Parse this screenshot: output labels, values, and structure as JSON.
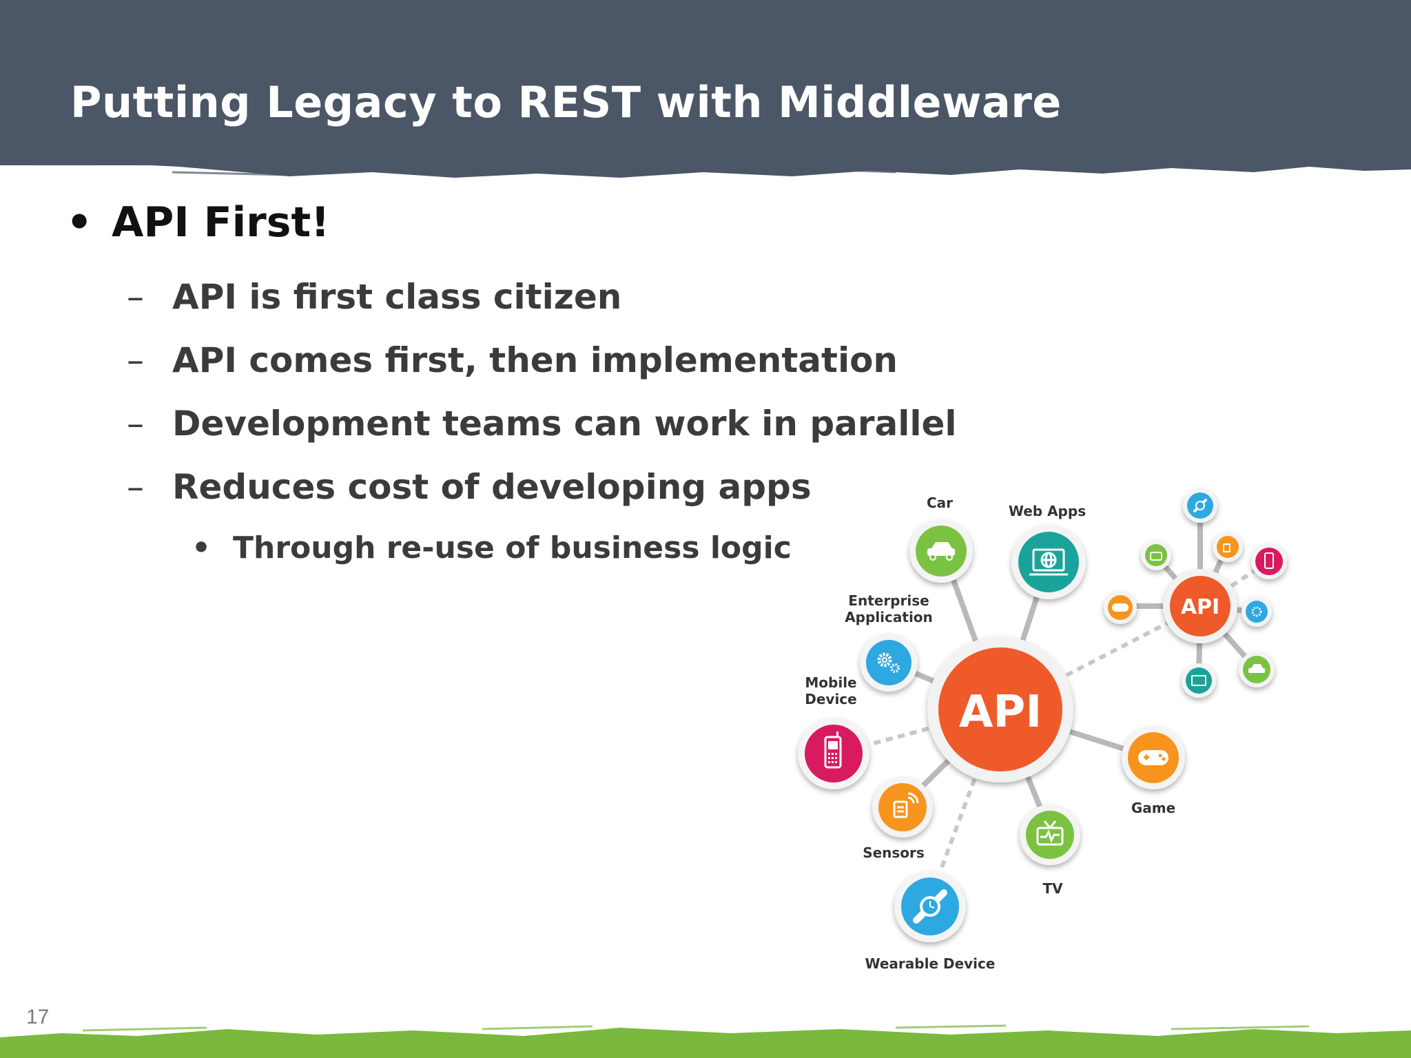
{
  "slide": {
    "title": "Putting Legacy to REST with Middleware",
    "page_number": "17",
    "colors": {
      "header": "#4b5666",
      "footer": "#7ab83e",
      "text": "#3b3b3b"
    }
  },
  "bullets": {
    "main": "API First!",
    "sub": [
      "API is first class citizen",
      "API comes first, then implementation",
      "Development teams can work in parallel",
      "Reduces cost of developing apps"
    ],
    "subsub": "Through re-use of business logic",
    "markers": {
      "bullet": "•",
      "dash": "–"
    }
  },
  "diagram": {
    "center_label": "API",
    "mini_center_label": "API",
    "labels": {
      "car": "Car",
      "web_apps": "Web Apps",
      "enterprise_line1": "Enterprise",
      "enterprise_line2": "Application",
      "mobile_line1": "Mobile",
      "mobile_line2": "Device",
      "sensors": "Sensors",
      "wearable": "Wearable Device",
      "tv": "TV",
      "game": "Game"
    },
    "icons": {
      "car": "car-icon",
      "web_apps": "globe-monitor-icon",
      "enterprise": "gears-icon",
      "mobile": "mobile-phone-icon",
      "sensors": "sensor-icon",
      "wearable": "watch-icon",
      "tv": "tv-icon",
      "game": "gamepad-icon"
    },
    "colors": {
      "api": "#ef5a2a",
      "green": "#7cc242",
      "teal": "#1aa39a",
      "blue": "#2ea8e0",
      "pink": "#d81b60",
      "orange": "#f7941d"
    }
  }
}
